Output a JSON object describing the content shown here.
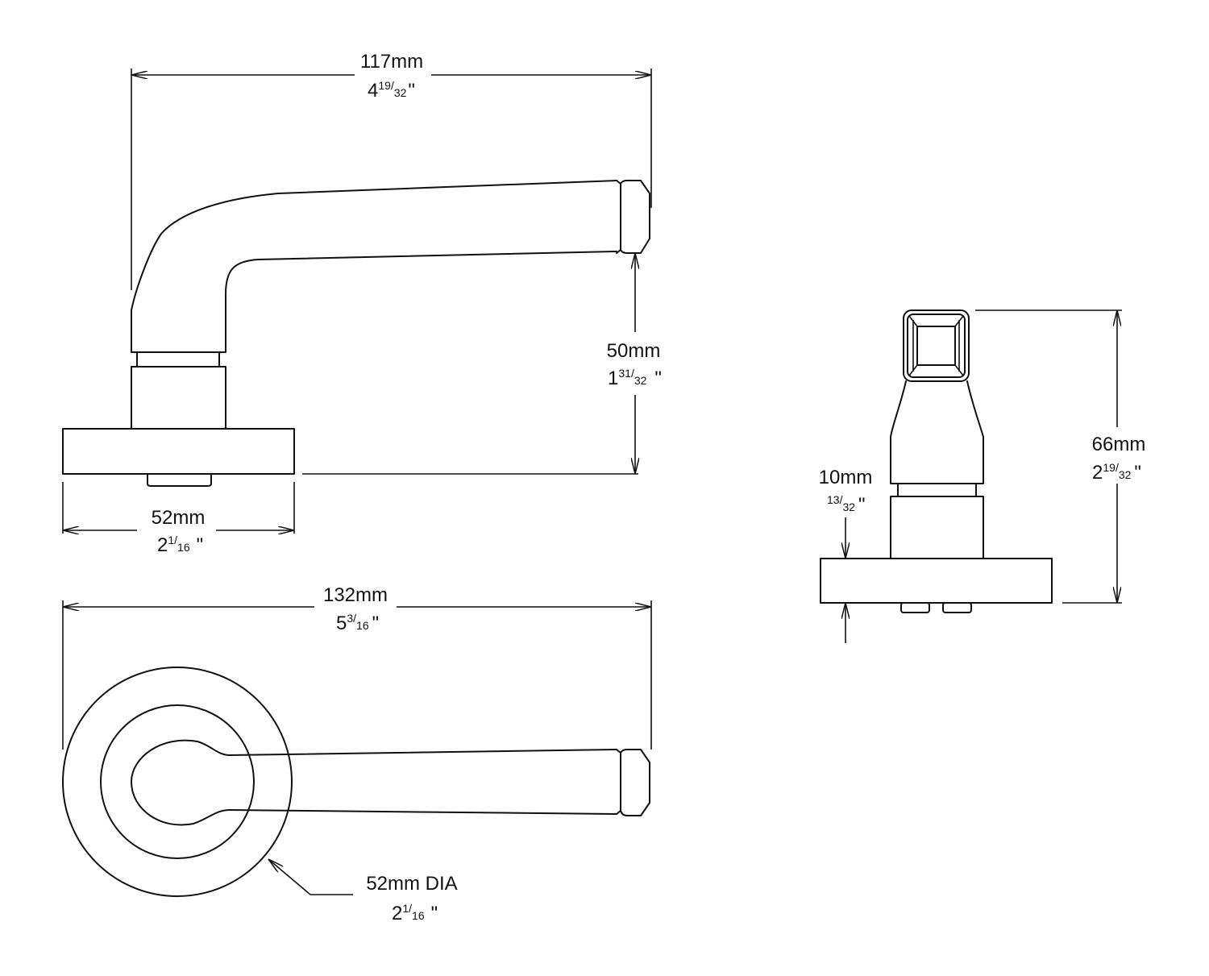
{
  "colors": {
    "line": "#111111",
    "background": "#ffffff"
  },
  "dimensions": {
    "lever_length": {
      "metric": "117mm",
      "whole": "4",
      "num": "19",
      "den": "32",
      "unit": "\""
    },
    "lever_height": {
      "metric": "50mm",
      "whole": "1",
      "num": "31",
      "den": "32",
      "unit": "\""
    },
    "rose_width_side": {
      "metric": "52mm",
      "whole": "2",
      "num": "1",
      "den": "16",
      "unit": "\""
    },
    "overall_length": {
      "metric": "132mm",
      "whole": "5",
      "num": "3",
      "den": "16",
      "unit": "\""
    },
    "rose_diameter": {
      "metric": "52mm DIA",
      "whole": "2",
      "num": "1",
      "den": "16",
      "unit": "\""
    },
    "overall_projection": {
      "metric": "66mm",
      "whole": "2",
      "num": "19",
      "den": "32",
      "unit": "\""
    },
    "rose_thickness": {
      "metric": "10mm",
      "whole": "",
      "num": "13",
      "den": "32",
      "unit": "\""
    }
  }
}
